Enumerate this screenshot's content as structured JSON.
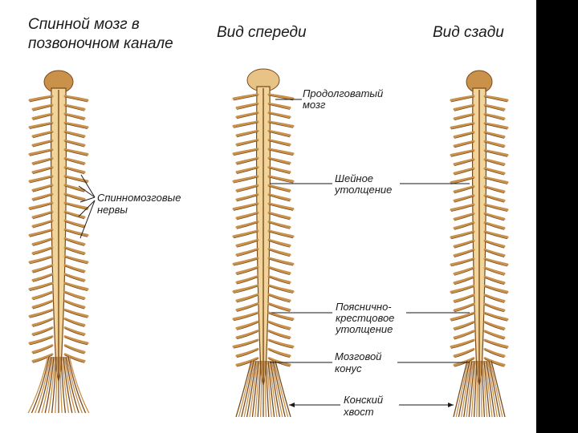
{
  "colors": {
    "background": "#ffffff",
    "frame": "#000000",
    "nerve_tan": "#c9914a",
    "nerve_dark": "#7a4a1c",
    "cord_light": "#f0d49a",
    "ink": "#1a1a1a"
  },
  "headings": {
    "canal_line1": "Спинной мозг в",
    "canal_line2": "позвоночном канале",
    "front": "Вид спереди",
    "back": "Вид сзади"
  },
  "labels": {
    "spinal_nerves_line1": "Спинномозговые",
    "spinal_nerves_line2": "нервы",
    "medulla_line1": "Продолговатый",
    "medulla_line2": "мозг",
    "cervical_line1": "Шейное",
    "cervical_line2": "утолщение",
    "lumbosacral_line1": "Пояснично-",
    "lumbosacral_line2": "крестцовое",
    "lumbosacral_line3": "утолщение",
    "conus_line1": "Мозговой",
    "conus_line2": "конус",
    "cauda_line1": "Конский",
    "cauda_line2": "хвост"
  },
  "icons": {
    "cord_left": "spinal-cord-in-canal-illustration",
    "cord_front": "spinal-cord-front-view-illustration",
    "cord_back": "spinal-cord-back-view-illustration"
  }
}
